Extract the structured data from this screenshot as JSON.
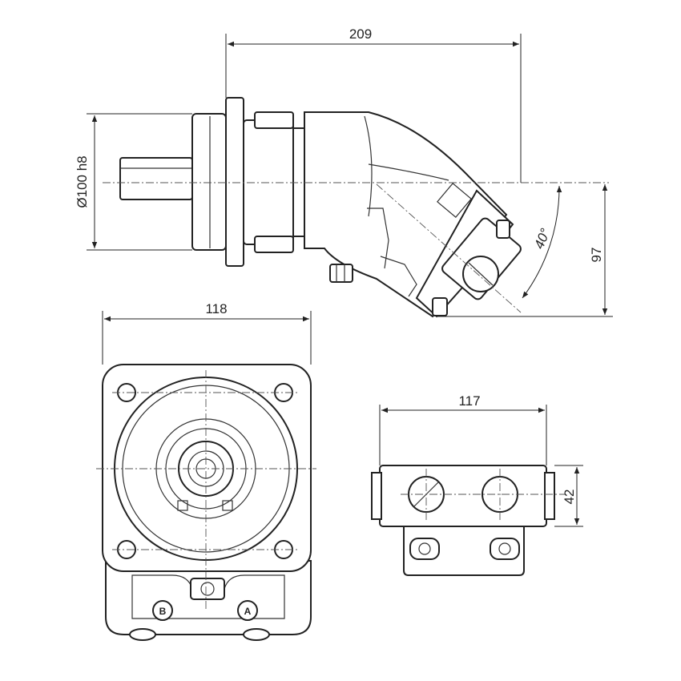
{
  "dimensions": {
    "overall_length": "209",
    "flange_diameter": "Ø100 h8",
    "angle": "40°",
    "height": "97",
    "front_width": "118",
    "port_block_width": "117",
    "port_block_height": "42"
  },
  "ports": {
    "port_b": "B",
    "port_a": "A"
  },
  "colors": {
    "line": "#222222",
    "background": "#ffffff"
  }
}
